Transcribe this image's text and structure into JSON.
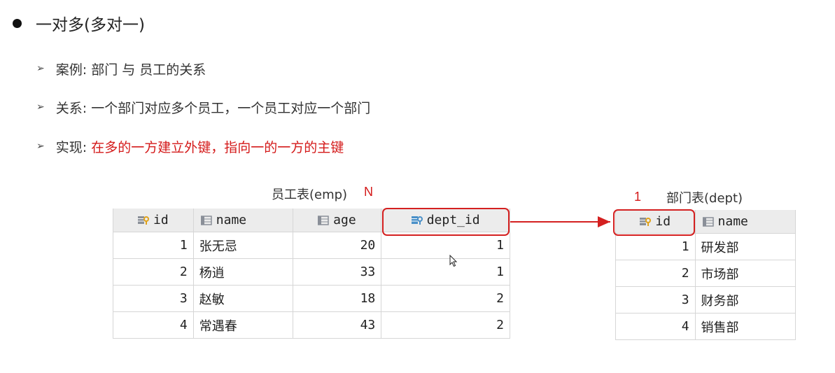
{
  "heading": "一对多(多对一)",
  "bullets": [
    {
      "label": "案例:",
      "text": "部门 与 员工的关系",
      "highlight": ""
    },
    {
      "label": "关系:",
      "text": "一个部门对应多个员工，一个员工对应一个部门",
      "highlight": ""
    },
    {
      "label": "实现:",
      "text": "",
      "highlight": "在多的一方建立外键，指向一的一方的主键"
    }
  ],
  "emp": {
    "caption": "员工表(emp)",
    "cardinality": "N",
    "columns": [
      {
        "name": "id",
        "icon": "primary-key-column-icon"
      },
      {
        "name": "name",
        "icon": "column-icon"
      },
      {
        "name": "age",
        "icon": "column-icon"
      },
      {
        "name": "dept_id",
        "icon": "foreign-key-column-icon"
      }
    ],
    "rows": [
      [
        "1",
        "张无忌",
        "20",
        "1"
      ],
      [
        "2",
        "杨逍",
        "33",
        "1"
      ],
      [
        "3",
        "赵敏",
        "18",
        "2"
      ],
      [
        "4",
        "常遇春",
        "43",
        "2"
      ]
    ]
  },
  "dept": {
    "caption": "部门表(dept)",
    "cardinality": "1",
    "columns": [
      {
        "name": "id",
        "icon": "primary-key-column-icon"
      },
      {
        "name": "name",
        "icon": "column-icon"
      }
    ],
    "rows": [
      [
        "1",
        "研发部"
      ],
      [
        "2",
        "市场部"
      ],
      [
        "3",
        "财务部"
      ],
      [
        "4",
        "销售部"
      ]
    ]
  },
  "colors": {
    "accent_red": "#d41a1a",
    "header_bg": "#ececec",
    "grid": "#d6d6d6"
  }
}
